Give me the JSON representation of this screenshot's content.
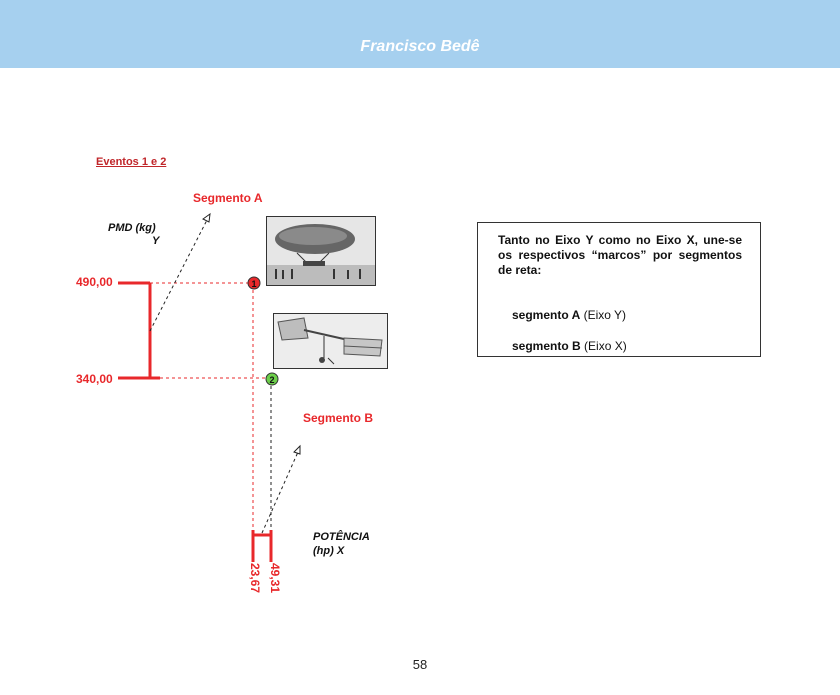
{
  "header": {
    "title": "Francisco Bedê"
  },
  "diagram": {
    "events_label": "Eventos 1 e 2",
    "segment_a_label": "Segmento A",
    "segment_b_label": "Segmento B",
    "y_axis_label_line1": "PMD (kg)",
    "y_axis_label_line2": "Y",
    "y_value_high": "490,00",
    "y_value_low": "340,00",
    "x_axis_label_line1": "POTÊNCIA",
    "x_axis_label_line2": "(hp) X",
    "x_value_low": "23,67",
    "x_value_high": "49,31",
    "marker1": "1",
    "marker2": "2",
    "colors": {
      "accent_red": "#e8282b",
      "marker1": "#e8282b",
      "marker2": "#6ccf4a",
      "header": "#a6d0ef"
    }
  },
  "note": {
    "text": "Tanto no Eixo Y como no Eixo X, une-se os respectivos “marcos” por segmentos de reta:",
    "item1_bold": "segmento A",
    "item1_rest": "(Eixo Y)",
    "item2_bold": "segmento B",
    "item2_rest": "(Eixo X)"
  },
  "footer": {
    "page_number": "58"
  }
}
